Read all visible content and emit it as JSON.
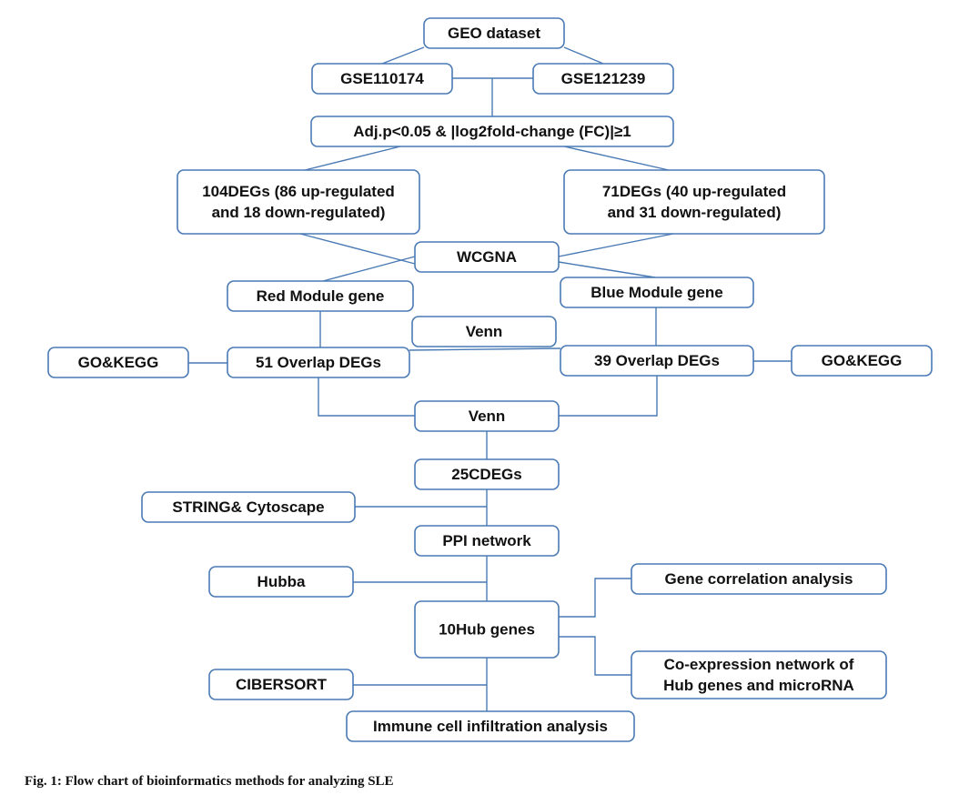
{
  "caption": "Fig. 1: Flow chart of bioinformatics methods for analyzing SLE",
  "colors": {
    "stroke": "#4a7ab5",
    "text": "#111111",
    "background": "#ffffff"
  },
  "nodes": [
    {
      "id": "geo",
      "lines": [
        "GEO dataset"
      ]
    },
    {
      "id": "gse110174",
      "lines": [
        "GSE110174"
      ]
    },
    {
      "id": "gse121239",
      "lines": [
        "GSE121239"
      ]
    },
    {
      "id": "filter",
      "lines": [
        "Adj.p<0.05 & |log2fold-change (FC)|≥1"
      ]
    },
    {
      "id": "degs104",
      "lines": [
        "104DEGs  (86 up-regulated",
        "and 18 down-regulated)"
      ]
    },
    {
      "id": "degs71",
      "lines": [
        "71DEGs  (40 up-regulated",
        "and 31 down-regulated)"
      ]
    },
    {
      "id": "wcgna",
      "lines": [
        "WCGNA"
      ]
    },
    {
      "id": "red",
      "lines": [
        "Red Module gene"
      ]
    },
    {
      "id": "blue",
      "lines": [
        "Blue Module gene"
      ]
    },
    {
      "id": "venn1",
      "lines": [
        "Venn"
      ]
    },
    {
      "id": "gokegg_left",
      "lines": [
        "GO&KEGG"
      ]
    },
    {
      "id": "overlap51",
      "lines": [
        "51 Overlap DEGs"
      ]
    },
    {
      "id": "overlap39",
      "lines": [
        "39 Overlap DEGs"
      ]
    },
    {
      "id": "gokegg_right",
      "lines": [
        "GO&KEGG"
      ]
    },
    {
      "id": "venn2",
      "lines": [
        "Venn"
      ]
    },
    {
      "id": "cdegs",
      "lines": [
        "25CDEGs"
      ]
    },
    {
      "id": "string",
      "lines": [
        "STRING& Cytoscape"
      ]
    },
    {
      "id": "ppi",
      "lines": [
        "PPI network"
      ]
    },
    {
      "id": "hubba",
      "lines": [
        "Hubba"
      ]
    },
    {
      "id": "corr",
      "lines": [
        "Gene correlation analysis"
      ]
    },
    {
      "id": "hub",
      "lines": [
        "10Hub genes"
      ]
    },
    {
      "id": "coexpr",
      "lines": [
        "Co-expression network of",
        "Hub genes and microRNA"
      ]
    },
    {
      "id": "cibersort",
      "lines": [
        "CIBERSORT"
      ]
    },
    {
      "id": "immune",
      "lines": [
        "Immune cell infiltration analysis"
      ]
    }
  ],
  "edges": [
    [
      "geo",
      "gse110174"
    ],
    [
      "geo",
      "gse121239"
    ],
    [
      "gse110174",
      "gse121239"
    ],
    [
      "gse121239",
      "filter"
    ],
    [
      "filter",
      "degs104"
    ],
    [
      "filter",
      "degs71"
    ],
    [
      "degs104",
      "wcgna"
    ],
    [
      "degs71",
      "wcgna"
    ],
    [
      "wcgna",
      "red"
    ],
    [
      "wcgna",
      "blue"
    ],
    [
      "red",
      "overlap51"
    ],
    [
      "blue",
      "overlap39"
    ],
    [
      "overlap51",
      "overlap39"
    ],
    [
      "gokegg_left",
      "overlap51"
    ],
    [
      "overlap39",
      "gokegg_right"
    ],
    [
      "overlap51",
      "venn2"
    ],
    [
      "overlap39",
      "venn2"
    ],
    [
      "venn2",
      "cdegs"
    ],
    [
      "cdegs",
      "ppi"
    ],
    [
      "string",
      "ppi"
    ],
    [
      "ppi",
      "hub"
    ],
    [
      "hubba",
      "hub"
    ],
    [
      "hub",
      "corr"
    ],
    [
      "hub",
      "coexpr"
    ],
    [
      "hub",
      "immune"
    ],
    [
      "cibersort",
      "immune"
    ]
  ]
}
